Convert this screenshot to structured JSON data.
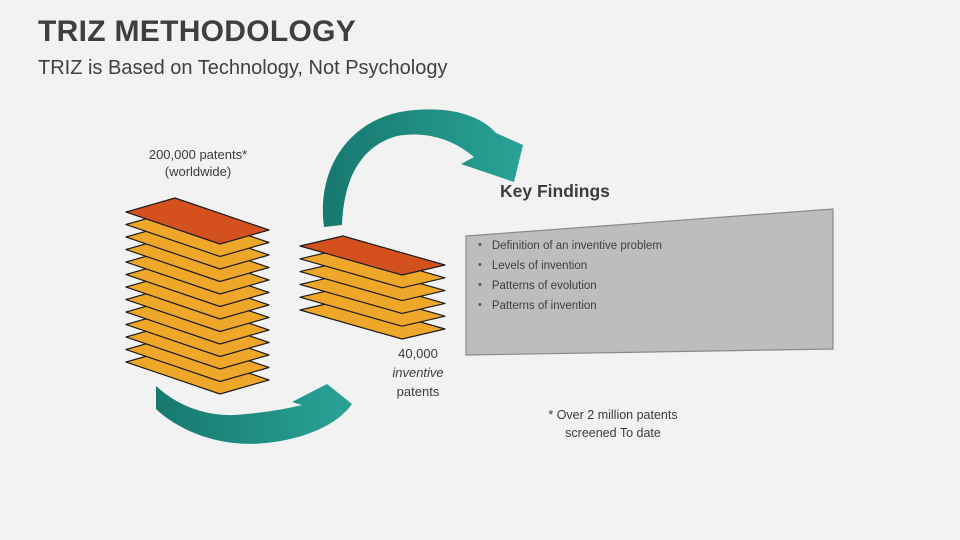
{
  "slide": {
    "title": "TRIZ METHODOLOGY",
    "subtitle": "TRIZ is Based on Technology, Not Psychology",
    "background_color": "#f1f2f1"
  },
  "diagram": {
    "large_stack": {
      "label_line1": "200,000 patents*",
      "label_line2": "(worldwide)",
      "layer_count": 13,
      "top_sheet_color": "#d4511e",
      "sheet_color": "#efa72a",
      "outline_color": "#1c1c1c"
    },
    "small_stack": {
      "label_line1": "40,000",
      "label_line2": "inventive",
      "label_line3": "patents",
      "layer_count": 6,
      "top_sheet_color": "#d4511e",
      "sheet_color": "#efa72a",
      "outline_color": "#1c1c1c"
    },
    "arrow_color_dark": "#17786e",
    "arrow_color_light": "#29a396"
  },
  "key_findings": {
    "heading": "Key Findings",
    "bullets": [
      "Definition of an inventive problem",
      "Levels of invention",
      "Patterns of evolution",
      "Patterns of invention"
    ],
    "panel_fill": "#bdbdbd",
    "panel_border": "#8a8a8a"
  },
  "footnote": {
    "line1": "* Over 2 million patents",
    "line2": "screened To date"
  }
}
